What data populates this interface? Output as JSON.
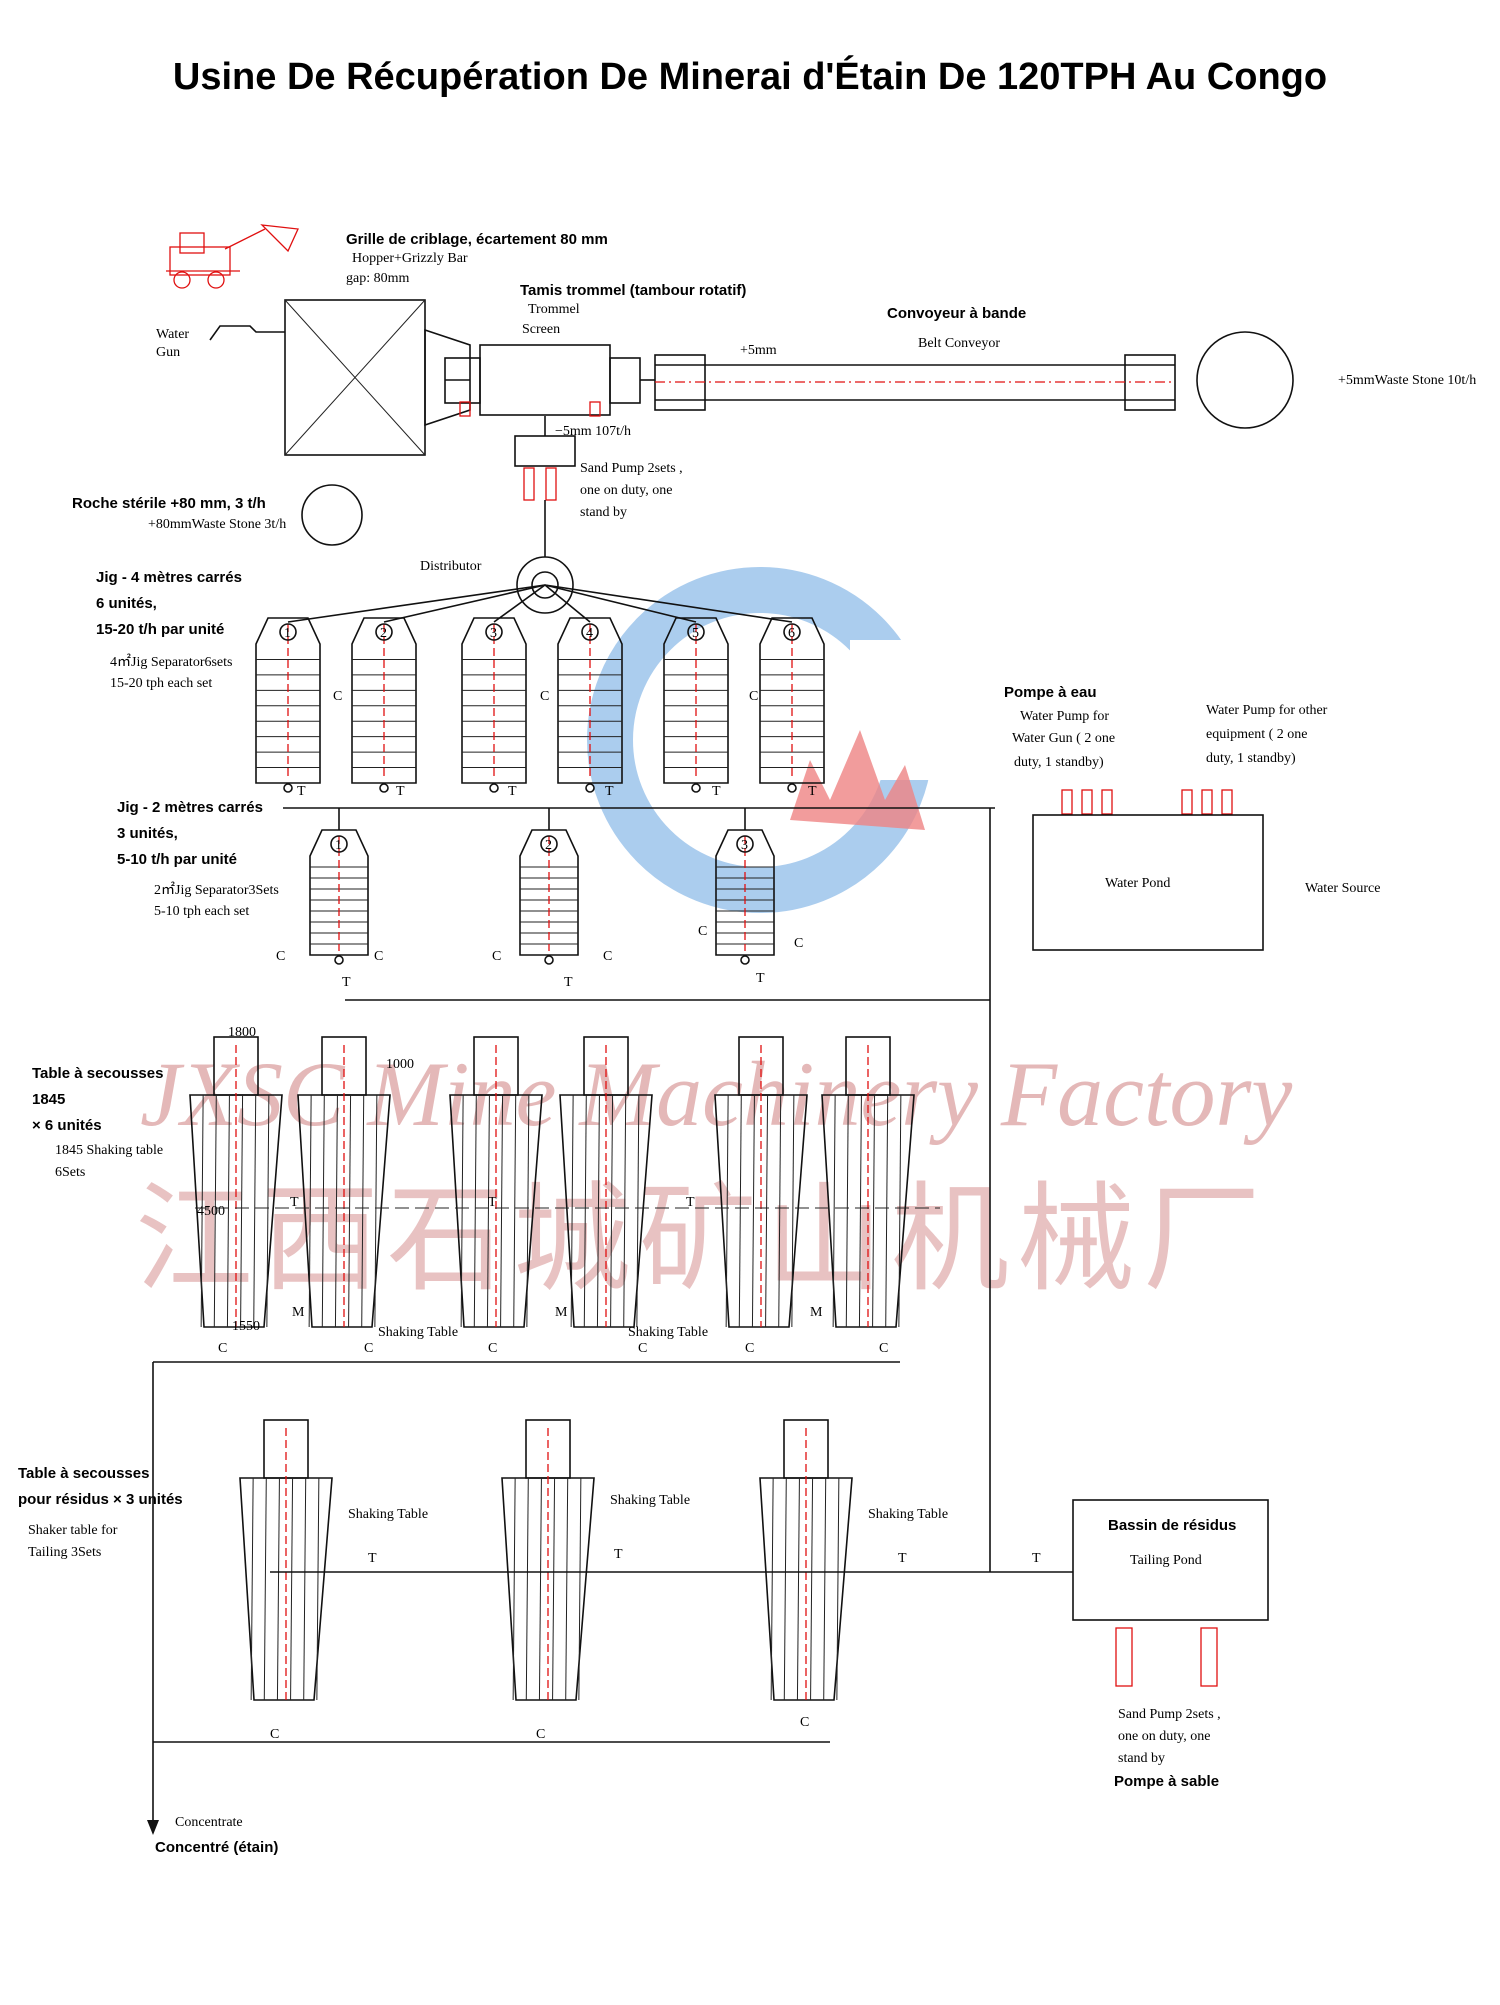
{
  "title": "Usine De Récupération De Minerai d'Étain De 120TPH Au Congo",
  "watermark": {
    "en": "JXSC Mine Machinery Factory",
    "cn": "江西石城矿山机械厂"
  },
  "feed": {
    "fr": "Grille de criblage, écartement 80 mm",
    "en1": "Hopper+Grizzly Bar",
    "en2": "gap:  80mm",
    "water_gun_1": "Water",
    "water_gun_2": "Gun"
  },
  "trommel": {
    "fr": "Tamis trommel (tambour rotatif)",
    "en1": "Trommel",
    "en2": "Screen"
  },
  "conveyor": {
    "fr": "Convoyeur à bande",
    "en": "Belt Conveyor",
    "plus5": "+5mm",
    "output": "+5mmWaste Stone 10t/h"
  },
  "waste": {
    "fr": "Roche stérile +80 mm, 3 t/h",
    "en": "+80mmWaste Stone 3t/h"
  },
  "sandpump_top": {
    "minus5": "−5mm 107t/h",
    "l1": "Sand Pump 2sets ,",
    "l2": "one on duty, one",
    "l3": "stand by"
  },
  "distributor": "Distributor",
  "jig4": {
    "fr1": "Jig - 4 mètres carrés",
    "fr2": "6 unités,",
    "fr3": "15-20 t/h par unité",
    "en1": "4㎡Jig Separator6sets",
    "en2": "15-20 tph each set",
    "numbers": [
      "1",
      "2",
      "3",
      "4",
      "5",
      "6"
    ]
  },
  "jig2": {
    "fr1": "Jig - 2 mètres carrés",
    "fr2": "3 unités,",
    "fr3": "5-10 t/h par unité",
    "en1": "2㎡Jig Separator3Sets",
    "en2": "5-10 tph each set",
    "numbers": [
      "1",
      "2",
      "3"
    ]
  },
  "pump": {
    "fr": "Pompe à eau",
    "en1": "Water Pump for",
    "en2": "Water Gun  ( 2 one",
    "en3": "duty, 1 standby)",
    "other1": "Water Pump for other",
    "other2": "equipment  ( 2 one",
    "other3": "duty, 1 standby)"
  },
  "water_pond": "Water Pond",
  "water_source": "Water Source",
  "shaking": {
    "fr1": "Table à secousses",
    "fr2": "1845",
    "fr3": "× 6 unités",
    "en1": "1845 Shaking table",
    "en2": "6Sets",
    "label": "Shaking Table",
    "dim1": "1800",
    "dim2": "1550",
    "dim3": "4500",
    "dim4": "1000",
    "mark_m": "M"
  },
  "tailing_tables": {
    "fr1": "Table à secousses",
    "fr2": "pour résidus × 3 unités",
    "en1": "Shaker table for",
    "en2": "Tailing 3Sets",
    "label": "Shaking Table"
  },
  "tailing_pond": {
    "fr": "Bassin de résidus",
    "en": "Tailing Pond"
  },
  "sandpump_bottom": {
    "l1": "Sand Pump 2sets ,",
    "l2": "one on duty, one",
    "l3": "stand by",
    "fr": "Pompe à sable"
  },
  "concentrate": {
    "en": "Concentrate",
    "fr": "Concentré (étain)"
  },
  "flow": {
    "c": "C",
    "t": "T"
  },
  "colors": {
    "line": "#111111",
    "red": "#e01010",
    "watermark": "#d99a9a",
    "logo_blue": "#6aa6e0",
    "logo_red": "#e85a5a"
  }
}
